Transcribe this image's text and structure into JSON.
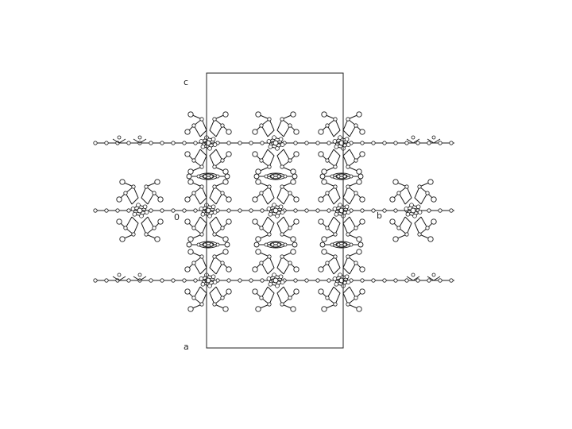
{
  "figure": {
    "axis_labels": {
      "c": "c",
      "a": "a",
      "b": "b",
      "origin": "0"
    },
    "molecules": {
      "clusters": [
        {
          "row": 1,
          "col": 1
        },
        {
          "row": 1,
          "col": 2
        },
        {
          "row": 1,
          "col": 3
        },
        {
          "row": 2,
          "col": 0
        },
        {
          "row": 2,
          "col": 1
        },
        {
          "row": 2,
          "col": 2
        },
        {
          "row": 2,
          "col": 3
        },
        {
          "row": 2,
          "col": 4
        },
        {
          "row": 3,
          "col": 1
        },
        {
          "row": 3,
          "col": 2
        },
        {
          "row": 3,
          "col": 3
        }
      ],
      "stacks": [
        {
          "row": 1,
          "col": 1
        },
        {
          "row": 1,
          "col": 2
        },
        {
          "row": 1,
          "col": 3
        },
        {
          "row": 2,
          "col": 1
        },
        {
          "row": 2,
          "col": 2
        },
        {
          "row": 2,
          "col": 3
        }
      ],
      "chains": [
        {
          "row": 1,
          "span": "full"
        },
        {
          "row": 2,
          "span": "full"
        },
        {
          "row": 3,
          "span": "full"
        }
      ]
    }
  }
}
